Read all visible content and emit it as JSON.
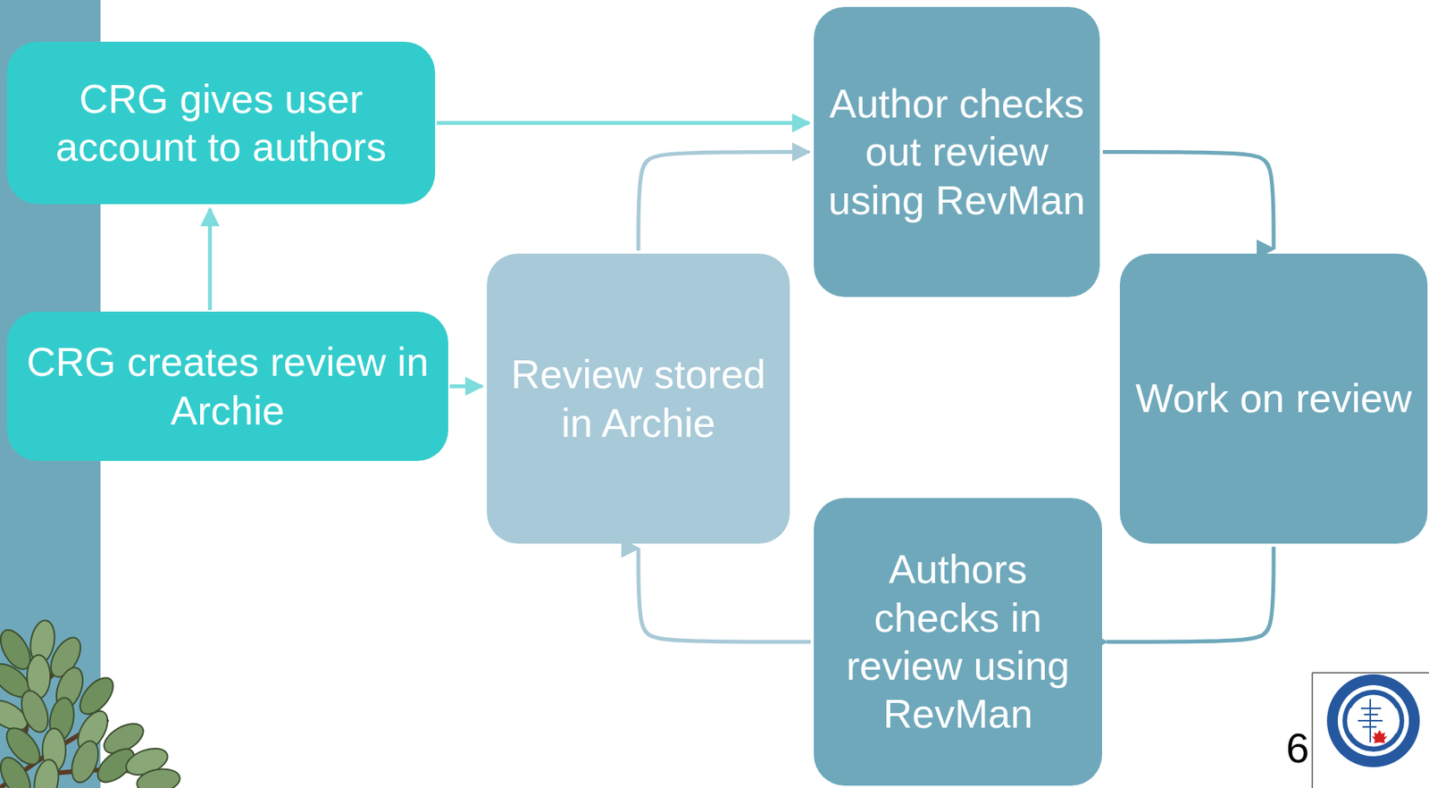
{
  "diagram": {
    "nodes": [
      {
        "text": [
          "CRG gives user account to authors"
        ]
      },
      {
        "text": [
          "CRG creates review in Archie"
        ]
      },
      {
        "text": [
          "Review stored in Archie"
        ]
      },
      {
        "text": [
          "Author checks out review using RevMan"
        ]
      },
      {
        "text": [
          "Work on review"
        ]
      },
      {
        "text": [
          "Authors checks in review using RevMan"
        ]
      }
    ],
    "edges": [
      {
        "from": 0,
        "to": 3,
        "arrow": "to"
      },
      {
        "from": 1,
        "to": 0,
        "arrow": "to"
      },
      {
        "from": 1,
        "to": 2,
        "arrow": "to"
      },
      {
        "from": 2,
        "to": 3,
        "arrow": "to"
      },
      {
        "from": 3,
        "to": 4,
        "arrow": "to"
      },
      {
        "from": 4,
        "to": 5,
        "arrow": "to"
      },
      {
        "from": 5,
        "to": 2,
        "arrow": "to"
      }
    ],
    "labels": [
      "6"
    ]
  }
}
